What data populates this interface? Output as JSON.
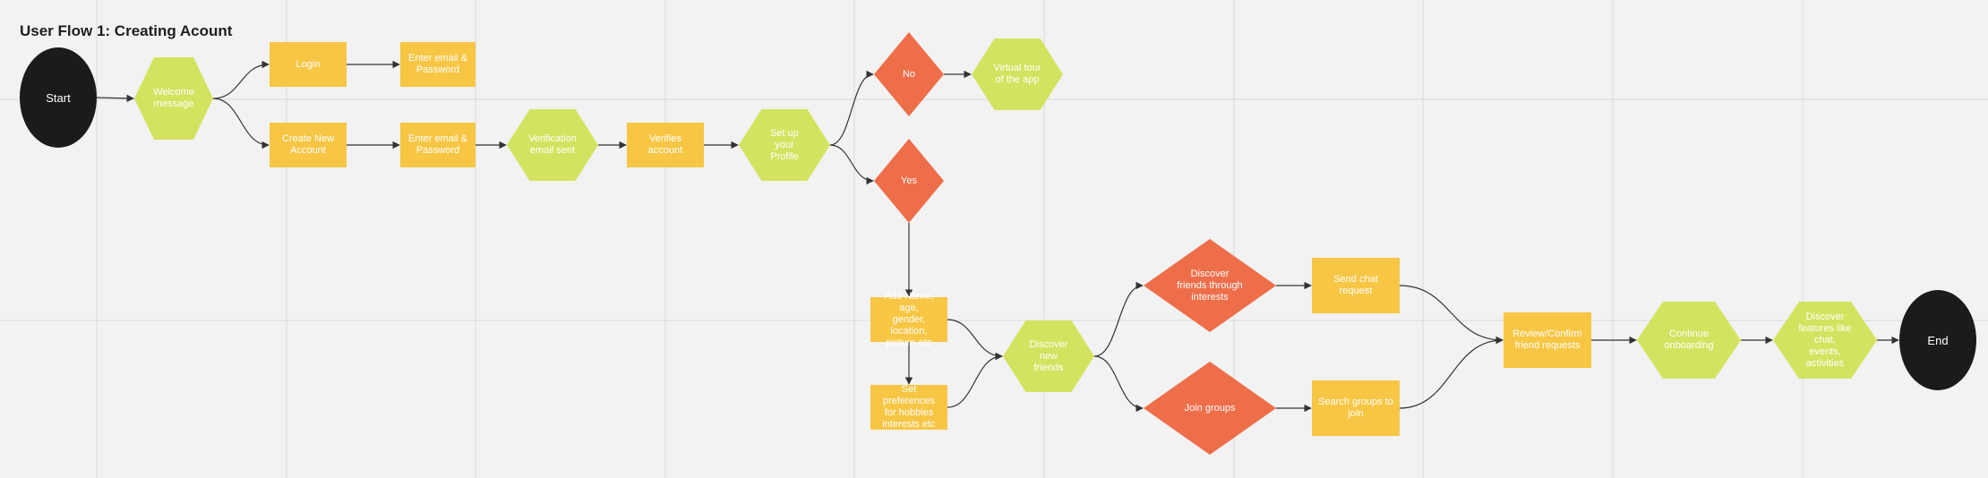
{
  "title": "User Flow 1: Creating Acount",
  "colors": {
    "background": "#f2f2f2",
    "grid": "#d9d9d9",
    "terminal": "#1b1b1b",
    "process": "#f6c644",
    "step": "#d3e35f",
    "decision": "#ee6e4a",
    "edge": "#333333"
  },
  "nodes": [
    {
      "id": "start",
      "shape": "circle",
      "label": "Start"
    },
    {
      "id": "welcome",
      "shape": "hexagon",
      "label": "Welcome\nmessage"
    },
    {
      "id": "login",
      "shape": "rectangle",
      "label": "Login"
    },
    {
      "id": "email1",
      "shape": "rectangle",
      "label": "Enter email &\nPassword"
    },
    {
      "id": "create",
      "shape": "rectangle",
      "label": "Create New\nAccount"
    },
    {
      "id": "email2",
      "shape": "rectangle",
      "label": "Enter email &\nPassword"
    },
    {
      "id": "verification",
      "shape": "hexagon",
      "label": "Verification\nemail sent"
    },
    {
      "id": "verifies",
      "shape": "rectangle",
      "label": "Verifies account"
    },
    {
      "id": "setup",
      "shape": "hexagon",
      "label": "Set up\nyour\nProfile"
    },
    {
      "id": "no",
      "shape": "diamond",
      "label": "No"
    },
    {
      "id": "tour",
      "shape": "hexagon",
      "label": "Virtual tour\nof the app"
    },
    {
      "id": "yes",
      "shape": "diamond",
      "label": "Yes"
    },
    {
      "id": "addname",
      "shape": "rectangle",
      "label": "Add Name, age,\ngender, location,\npicture etc"
    },
    {
      "id": "prefs",
      "shape": "rectangle",
      "label": "Set preferences\nfor hobbies\ninterests etc"
    },
    {
      "id": "discover",
      "shape": "hexagon",
      "label": "Discover\nnew\nfriends"
    },
    {
      "id": "interests",
      "shape": "diamond",
      "label": "Discover\nfriends through\ninterests"
    },
    {
      "id": "join",
      "shape": "diamond",
      "label": "Join groups"
    },
    {
      "id": "chat",
      "shape": "rectangle",
      "label": "Send chat request"
    },
    {
      "id": "search",
      "shape": "rectangle",
      "label": "Search groups to\njoin"
    },
    {
      "id": "review",
      "shape": "rectangle",
      "label": "Review/Confirm\nfriend requests"
    },
    {
      "id": "continue",
      "shape": "hexagon",
      "label": "Continue\nonboarding"
    },
    {
      "id": "features",
      "shape": "hexagon",
      "label": "Discover\nfeatures like\nchat,\nevents,\nactivities"
    },
    {
      "id": "end",
      "shape": "circle",
      "label": "End"
    }
  ],
  "edges": [
    [
      "start",
      "welcome"
    ],
    [
      "welcome",
      "login"
    ],
    [
      "welcome",
      "create"
    ],
    [
      "login",
      "email1"
    ],
    [
      "create",
      "email2"
    ],
    [
      "email2",
      "verification"
    ],
    [
      "verification",
      "verifies"
    ],
    [
      "verifies",
      "setup"
    ],
    [
      "setup",
      "no"
    ],
    [
      "setup",
      "yes"
    ],
    [
      "no",
      "tour"
    ],
    [
      "yes",
      "addname"
    ],
    [
      "addname",
      "prefs"
    ],
    [
      "addname",
      "discover"
    ],
    [
      "prefs",
      "discover"
    ],
    [
      "discover",
      "interests"
    ],
    [
      "discover",
      "join"
    ],
    [
      "interests",
      "chat"
    ],
    [
      "join",
      "search"
    ],
    [
      "chat",
      "review"
    ],
    [
      "search",
      "review"
    ],
    [
      "review",
      "continue"
    ],
    [
      "continue",
      "features"
    ],
    [
      "features",
      "end"
    ]
  ]
}
